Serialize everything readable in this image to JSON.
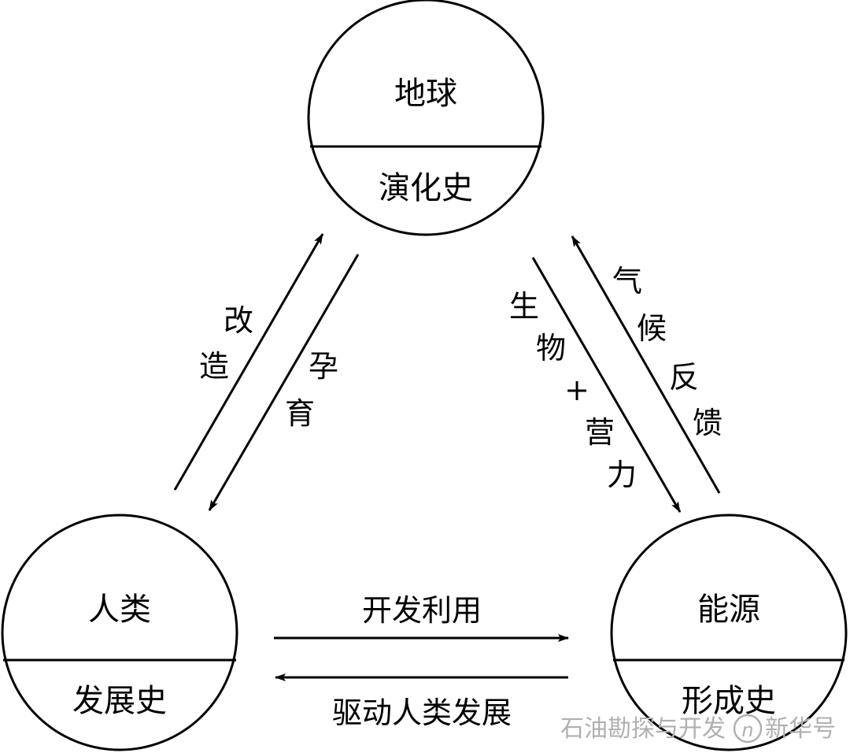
{
  "nodes": {
    "earth": {
      "top": "地球",
      "bottom": "演化史"
    },
    "human": {
      "top": "人类",
      "bottom": "发展史"
    },
    "energy": {
      "top": "能源",
      "bottom": "形成史"
    }
  },
  "edges": {
    "human_to_earth": {
      "chars": [
        "改",
        "造"
      ]
    },
    "earth_to_human": {
      "chars": [
        "孕",
        "育"
      ]
    },
    "earth_to_energy": {
      "chars": [
        "生",
        "物",
        "+",
        "营",
        "力"
      ]
    },
    "energy_to_earth": {
      "chars": [
        "气",
        "候",
        "反",
        "馈"
      ]
    },
    "human_to_energy": {
      "label": "开发利用"
    },
    "energy_to_human": {
      "label": "驱动人类发展"
    }
  },
  "watermark": {
    "text": "石油勘探与开发",
    "brand": "新华号"
  }
}
